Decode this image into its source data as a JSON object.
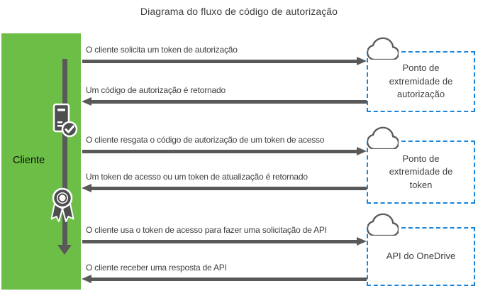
{
  "title": "Diagrama do fluxo de código de autorização",
  "client": {
    "label": "Cliente",
    "icons": [
      "server-check-icon",
      "ribbon-seal-icon",
      "down-arrow-icon"
    ]
  },
  "endpoints": [
    {
      "label": "Ponto de extremidade de autorização",
      "icon": "cloud-icon"
    },
    {
      "label": "Ponto de extremidade de token",
      "icon": "cloud-icon"
    },
    {
      "label": "API do OneDrive",
      "icon": "cloud-icon"
    }
  ],
  "flows": [
    {
      "label": "O cliente solicita um token de autorização",
      "direction": "right",
      "to_endpoint": 0
    },
    {
      "label": "Um código de autorização é retornado",
      "direction": "left",
      "to_endpoint": 0
    },
    {
      "label": "O cliente resgata o código de autorização de um token de acesso",
      "direction": "right",
      "to_endpoint": 1
    },
    {
      "label": "Um token de acesso ou um token de atualização é retornado",
      "direction": "left",
      "to_endpoint": 1
    },
    {
      "label": "O cliente usa o token de acesso para fazer uma solicitação de API",
      "direction": "right",
      "to_endpoint": 2
    },
    {
      "label": "O cliente receber uma resposta de API",
      "direction": "left",
      "to_endpoint": 2
    }
  ],
  "colors": {
    "client_green": "#6CBE46",
    "endpoint_border_blue": "#1984D8",
    "arrow_gray": "#595959",
    "label_text": "#404040"
  }
}
